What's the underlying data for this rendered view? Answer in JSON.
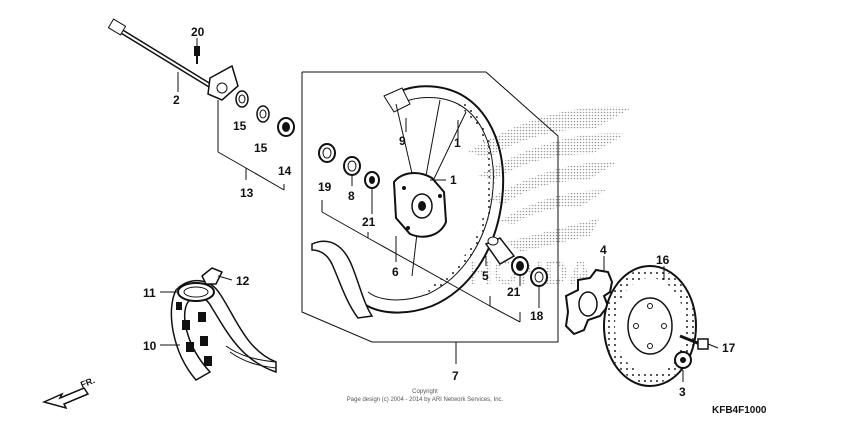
{
  "diagram": {
    "callouts": {
      "c1a": "1",
      "c1b": "1",
      "c2": "2",
      "c3": "3",
      "c4": "4",
      "c5": "5",
      "c6": "6",
      "c7": "7",
      "c8": "8",
      "c9": "9",
      "c10": "10",
      "c11": "11",
      "c12": "12",
      "c13": "13",
      "c14": "14",
      "c15a": "15",
      "c15b": "15",
      "c16": "16",
      "c17": "17",
      "c18": "18",
      "c19": "19",
      "c20": "20",
      "c21a": "21",
      "c21b": "21"
    },
    "footer": {
      "copyright_line1": "Copyright",
      "copyright_line2": "Page design (c) 2004 - 2014 by ARI Network Services, Inc.",
      "diagram_code": "KFB4F1000"
    },
    "direction_label": "FR.",
    "watermark_text": "HONDA",
    "colors": {
      "line": "#111111",
      "dots": "#9a9a9a"
    }
  }
}
